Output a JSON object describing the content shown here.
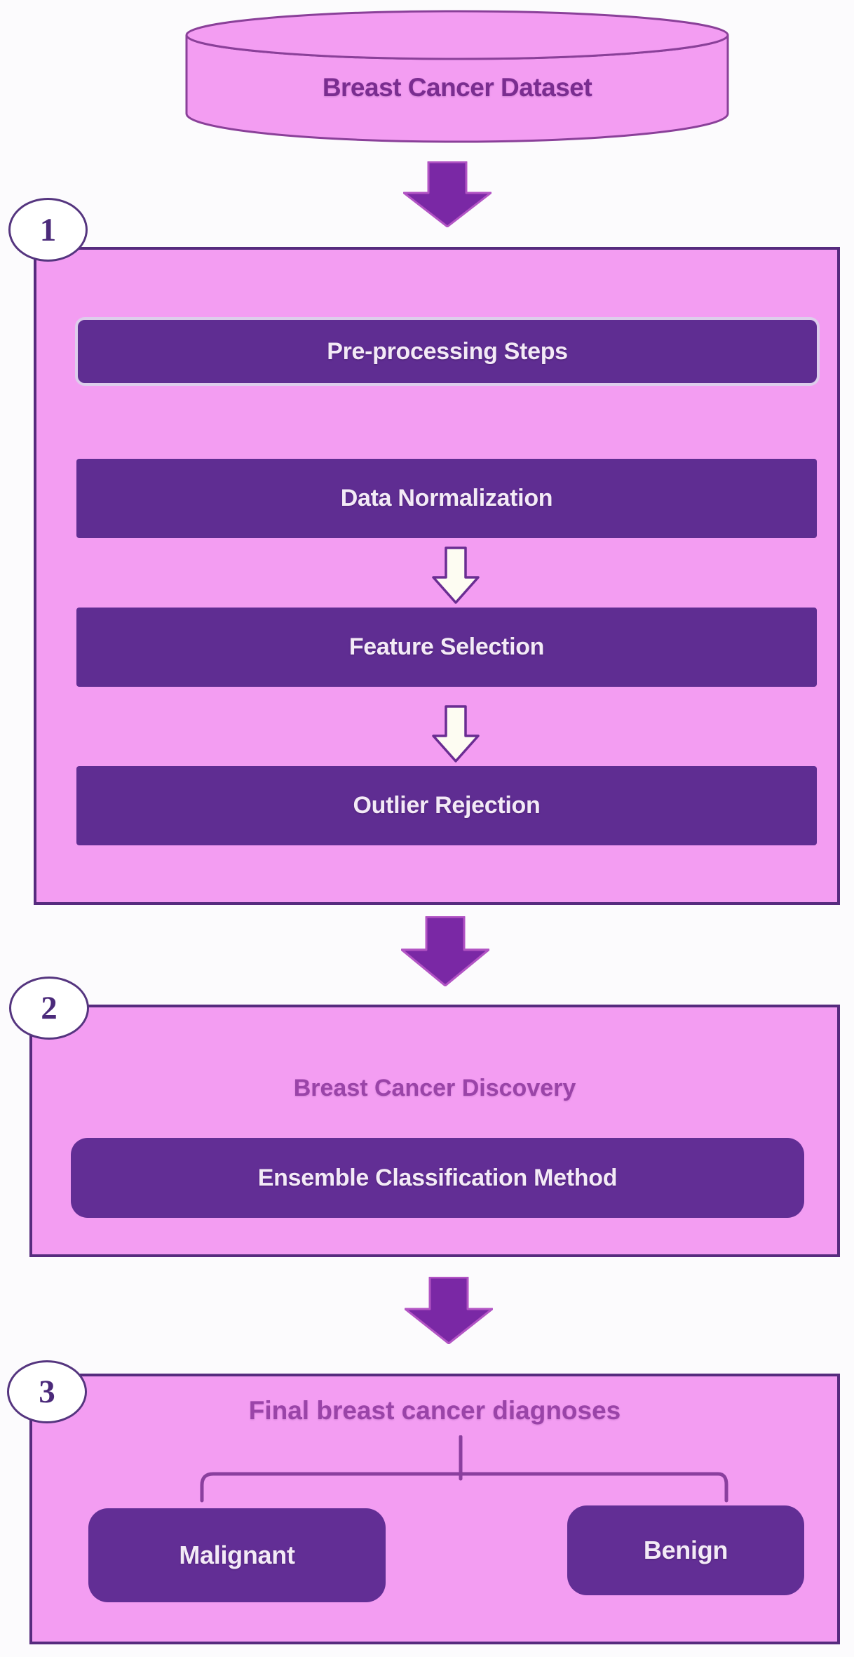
{
  "colors": {
    "page_bg": "#fcfbfd",
    "pink": "#f39df2",
    "panel_border": "#562b7e",
    "cylinder_border": "#8a4099",
    "bar_fill": "#5f2d92",
    "bar_fill_rounded": "#622e95",
    "bar_text": "#f3eaf6",
    "bar_light_border": "#ddcdeb",
    "heading_text": "#9a44a8",
    "dataset_text": "#7a2d90",
    "badge_border": "#55357f",
    "badge_text": "#4b2a7a",
    "big_arrow_fill": "#7a28a5",
    "big_arrow_edge": "#b254c4",
    "white_arrow_fill": "#fdfcf2",
    "white_arrow_edge": "#6a2d92",
    "bracket": "#8a3f9e"
  },
  "flowchart": {
    "dataset_label": "Breast Cancer Dataset",
    "stage1": {
      "badge": "1",
      "header": "Pre-processing Steps",
      "steps": [
        "Data Normalization",
        "Feature Selection",
        "Outlier Rejection"
      ]
    },
    "stage2": {
      "badge": "2",
      "title": "Breast Cancer Discovery",
      "method": "Ensemble Classification Method"
    },
    "stage3": {
      "badge": "3",
      "title": "Final breast cancer diagnoses",
      "outcomes": [
        "Malignant",
        "Benign"
      ]
    }
  }
}
